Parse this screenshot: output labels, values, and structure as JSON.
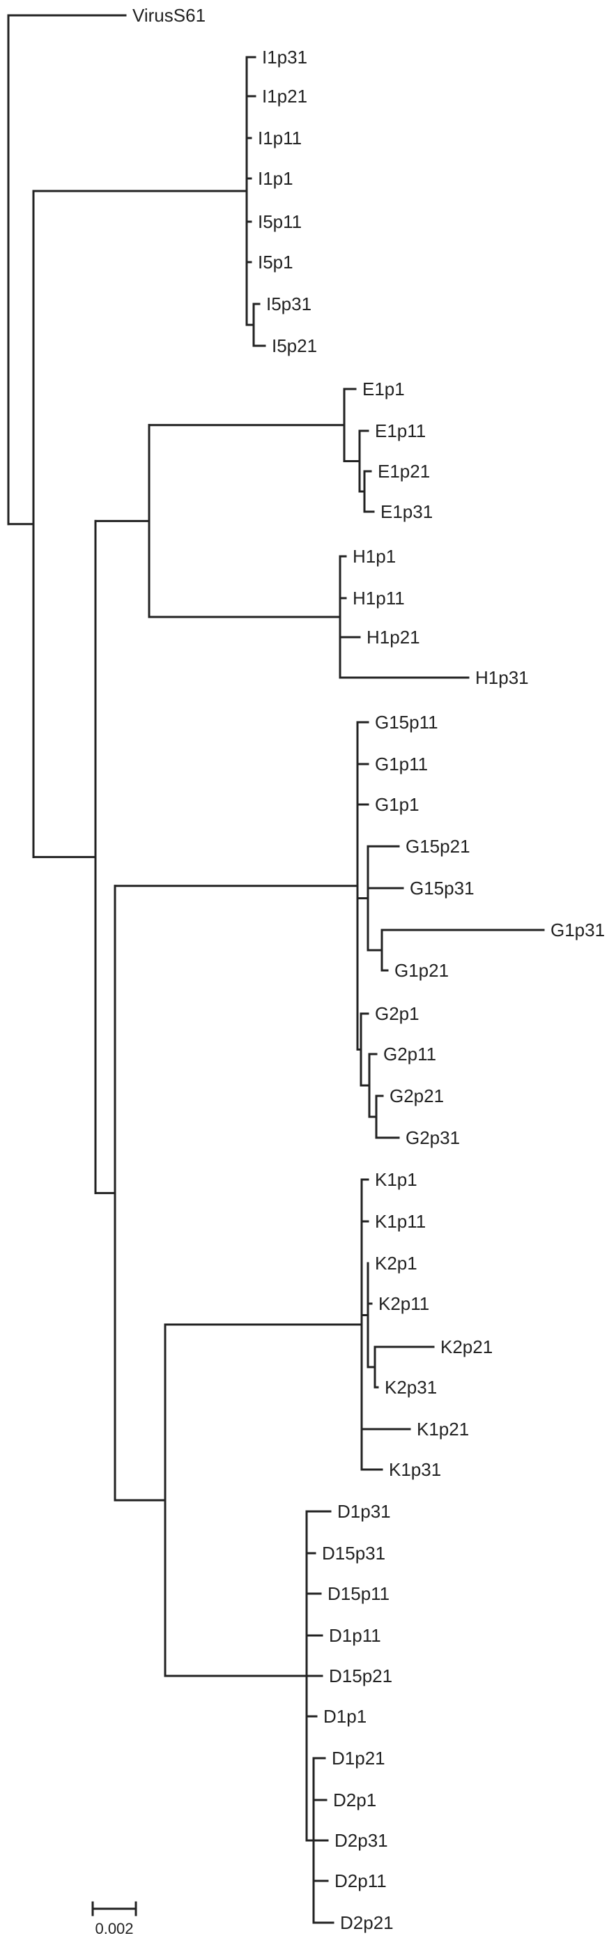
{
  "tree": {
    "root": "r",
    "nodes": [
      {
        "id": "r",
        "parent": null
      },
      {
        "id": "VirusS61",
        "parent": "r",
        "label": "VirusS61"
      },
      {
        "id": "n1",
        "parent": "r"
      },
      {
        "id": "nI",
        "parent": "n1"
      },
      {
        "id": "I1p31",
        "parent": "nI",
        "label": "I1p31"
      },
      {
        "id": "I1p21",
        "parent": "nI",
        "label": "I1p21"
      },
      {
        "id": "I1p11",
        "parent": "nI",
        "label": "I1p11"
      },
      {
        "id": "I1p1",
        "parent": "nI",
        "label": "I1p1"
      },
      {
        "id": "I5p11",
        "parent": "nI",
        "label": "I5p11"
      },
      {
        "id": "I5p1",
        "parent": "nI",
        "label": "I5p1"
      },
      {
        "id": "nI5",
        "parent": "nI"
      },
      {
        "id": "I5p31",
        "parent": "nI5",
        "label": "I5p31"
      },
      {
        "id": "I5p21",
        "parent": "nI5",
        "label": "I5p21"
      },
      {
        "id": "n2",
        "parent": "n1"
      },
      {
        "id": "nEH",
        "parent": "n2"
      },
      {
        "id": "nE",
        "parent": "nEH"
      },
      {
        "id": "E1p1",
        "parent": "nE",
        "label": "E1p1"
      },
      {
        "id": "nE2",
        "parent": "nE"
      },
      {
        "id": "E1p11",
        "parent": "nE2",
        "label": "E1p11"
      },
      {
        "id": "nE3",
        "parent": "nE2"
      },
      {
        "id": "E1p21",
        "parent": "nE3",
        "label": "E1p21"
      },
      {
        "id": "E1p31",
        "parent": "nE3",
        "label": "E1p31"
      },
      {
        "id": "nH",
        "parent": "nEH"
      },
      {
        "id": "H1p1",
        "parent": "nH",
        "label": "H1p1"
      },
      {
        "id": "H1p11",
        "parent": "nH",
        "label": "H1p11"
      },
      {
        "id": "H1p21",
        "parent": "nH",
        "label": "H1p21"
      },
      {
        "id": "H1p31",
        "parent": "nH",
        "label": "H1p31"
      },
      {
        "id": "n3",
        "parent": "n2"
      },
      {
        "id": "nG",
        "parent": "n3"
      },
      {
        "id": "G15p11",
        "parent": "nG",
        "label": "G15p11"
      },
      {
        "id": "G1p11",
        "parent": "nG",
        "label": "G1p11"
      },
      {
        "id": "G1p1",
        "parent": "nG",
        "label": "G1p1"
      },
      {
        "id": "nG15",
        "parent": "nG"
      },
      {
        "id": "G15p21",
        "parent": "nG15",
        "label": "G15p21"
      },
      {
        "id": "G15p31",
        "parent": "nG15",
        "label": "G15p31"
      },
      {
        "id": "nG1",
        "parent": "nG15"
      },
      {
        "id": "G1p31",
        "parent": "nG1",
        "label": "G1p31"
      },
      {
        "id": "G1p21",
        "parent": "nG1",
        "label": "G1p21"
      },
      {
        "id": "nG2",
        "parent": "nG"
      },
      {
        "id": "G2p1",
        "parent": "nG2",
        "label": "G2p1"
      },
      {
        "id": "nG2b",
        "parent": "nG2"
      },
      {
        "id": "G2p11",
        "parent": "nG2b",
        "label": "G2p11"
      },
      {
        "id": "nG2c",
        "parent": "nG2b"
      },
      {
        "id": "G2p21",
        "parent": "nG2c",
        "label": "G2p21"
      },
      {
        "id": "G2p31",
        "parent": "nG2c",
        "label": "G2p31"
      },
      {
        "id": "n4",
        "parent": "n3"
      },
      {
        "id": "nK",
        "parent": "n4"
      },
      {
        "id": "K1p1",
        "parent": "nK",
        "label": "K1p1"
      },
      {
        "id": "K1p11",
        "parent": "nK",
        "label": "K1p11"
      },
      {
        "id": "nK2",
        "parent": "nK"
      },
      {
        "id": "K2p1",
        "parent": "nK2",
        "label": "K2p1"
      },
      {
        "id": "K2p11",
        "parent": "nK2",
        "label": "K2p11"
      },
      {
        "id": "nK2b",
        "parent": "nK2"
      },
      {
        "id": "K2p21",
        "parent": "nK2b",
        "label": "K2p21"
      },
      {
        "id": "K2p31",
        "parent": "nK2b",
        "label": "K2p31"
      },
      {
        "id": "K1p21",
        "parent": "nK",
        "label": "K1p21"
      },
      {
        "id": "K1p31",
        "parent": "nK",
        "label": "K1p31"
      },
      {
        "id": "nD",
        "parent": "n4"
      },
      {
        "id": "D1p31",
        "parent": "nD",
        "label": "D1p31"
      },
      {
        "id": "D15p31",
        "parent": "nD",
        "label": "D15p31"
      },
      {
        "id": "D15p11",
        "parent": "nD",
        "label": "D15p11"
      },
      {
        "id": "D1p11",
        "parent": "nD",
        "label": "D1p11"
      },
      {
        "id": "D15p21",
        "parent": "nD",
        "label": "D15p21"
      },
      {
        "id": "D1p1",
        "parent": "nD",
        "label": "D1p1"
      },
      {
        "id": "nD2",
        "parent": "nD"
      },
      {
        "id": "D1p21",
        "parent": "nD2",
        "label": "D1p21"
      },
      {
        "id": "D2p1",
        "parent": "nD2",
        "label": "D2p1"
      },
      {
        "id": "D2p31",
        "parent": "nD2",
        "label": "D2p31"
      },
      {
        "id": "D2p11",
        "parent": "nD2",
        "label": "D2p11"
      },
      {
        "id": "D2p21",
        "parent": "nD2",
        "label": "D2p21"
      }
    ]
  },
  "scale_bar": {
    "label": "0.002"
  }
}
